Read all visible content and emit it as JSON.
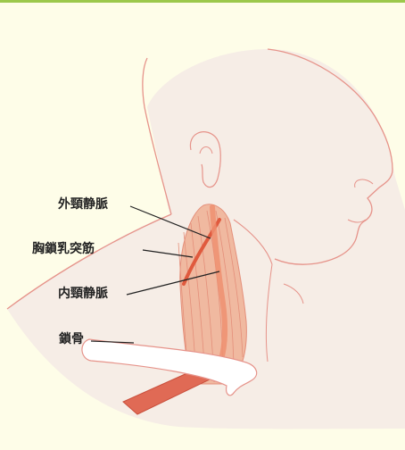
{
  "colors": {
    "background": "#fefde8",
    "accent_rule": "#9cc84b",
    "skin": "#f6ede6",
    "outline": "#e6938a",
    "muscle": "#f0b9a0",
    "muscle_stroke": "#e48f7a",
    "vein": "#e05a3e",
    "bone": "#ffffff"
  },
  "labels": {
    "external_jugular_vein": "外頸静脈",
    "sternocleidomastoid": "胸鎖乳突筋",
    "internal_jugular_vein": "内頸静脈",
    "clavicle": "鎖骨"
  }
}
